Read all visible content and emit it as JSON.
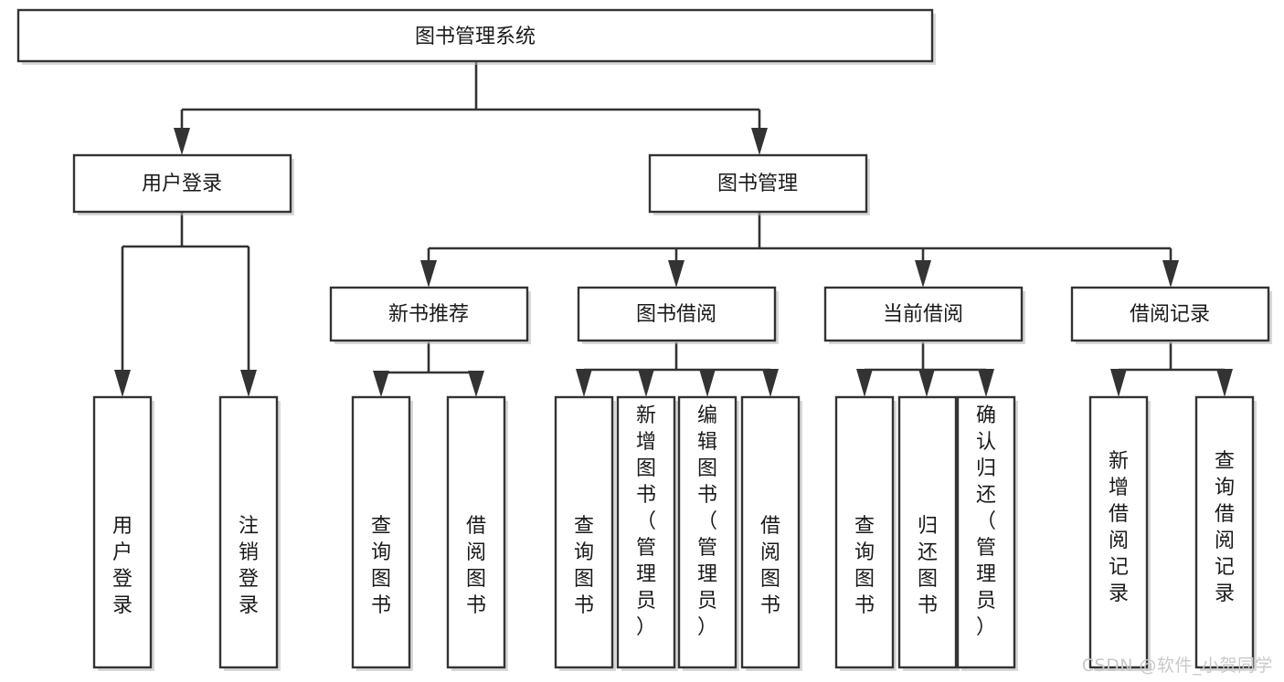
{
  "diagram": {
    "type": "hierarchy-tree",
    "title": "图书管理系统",
    "watermark": "CSDN @软件_小贺同学",
    "colors": {
      "box_stroke": "#333333",
      "box_fill": "#ffffff",
      "connector": "#333333",
      "text": "#1a1a1a",
      "watermark": "#c9c9c9",
      "background": "#ffffff"
    },
    "nodes": {
      "root": {
        "label": "图书管理系统"
      },
      "level2": [
        {
          "id": "user-login",
          "label": "用户登录"
        },
        {
          "id": "book-management",
          "label": "图书管理"
        }
      ],
      "level3": [
        {
          "id": "new-book-recommend",
          "label": "新书推荐"
        },
        {
          "id": "book-borrow",
          "label": "图书借阅"
        },
        {
          "id": "current-borrow",
          "label": "当前借阅"
        },
        {
          "id": "borrow-record",
          "label": "借阅记录"
        }
      ],
      "leaves": {
        "user-login": [
          {
            "id": "leaf-user-login",
            "label": "用户登录"
          },
          {
            "id": "leaf-logout-login",
            "label": "注销登录"
          }
        ],
        "new-book-recommend": [
          {
            "id": "leaf-query-book-1",
            "label": "查询图书"
          },
          {
            "id": "leaf-borrow-book-1",
            "label": "借阅图书"
          }
        ],
        "book-borrow": [
          {
            "id": "leaf-query-book-2",
            "label": "查询图书"
          },
          {
            "id": "leaf-add-book",
            "label": "新增图书（管理员）"
          },
          {
            "id": "leaf-edit-book",
            "label": "编辑图书（管理员）"
          },
          {
            "id": "leaf-borrow-book-2",
            "label": "借阅图书"
          }
        ],
        "current-borrow": [
          {
            "id": "leaf-query-book-3",
            "label": "查询图书"
          },
          {
            "id": "leaf-return-book",
            "label": "归还图书"
          },
          {
            "id": "leaf-confirm-return",
            "label": "确认归还（管理员）"
          }
        ],
        "borrow-record": [
          {
            "id": "leaf-add-record",
            "label": "新增借阅记录"
          },
          {
            "id": "leaf-query-record",
            "label": "查询借阅记录"
          }
        ]
      }
    }
  }
}
